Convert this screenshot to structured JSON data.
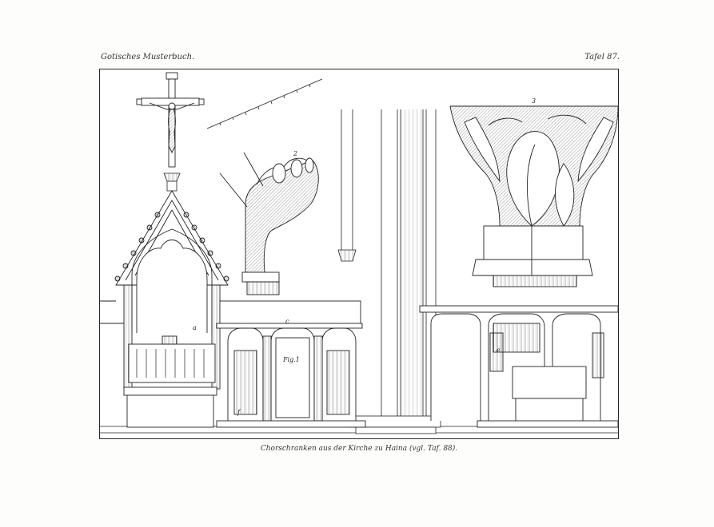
{
  "header": {
    "book_title": "Gotisches Musterbuch.",
    "plate_number": "Tafel 87."
  },
  "figure": {
    "fig_main_label": "Fig.1",
    "detail_2_label": "2",
    "detail_3_label": "3",
    "label_a": "a",
    "label_c": "c",
    "label_e": "e",
    "label_f": "f"
  },
  "caption": {
    "text": "Chorschranken aus der Kirche zu Haina (vgl. Taf. 88)."
  }
}
